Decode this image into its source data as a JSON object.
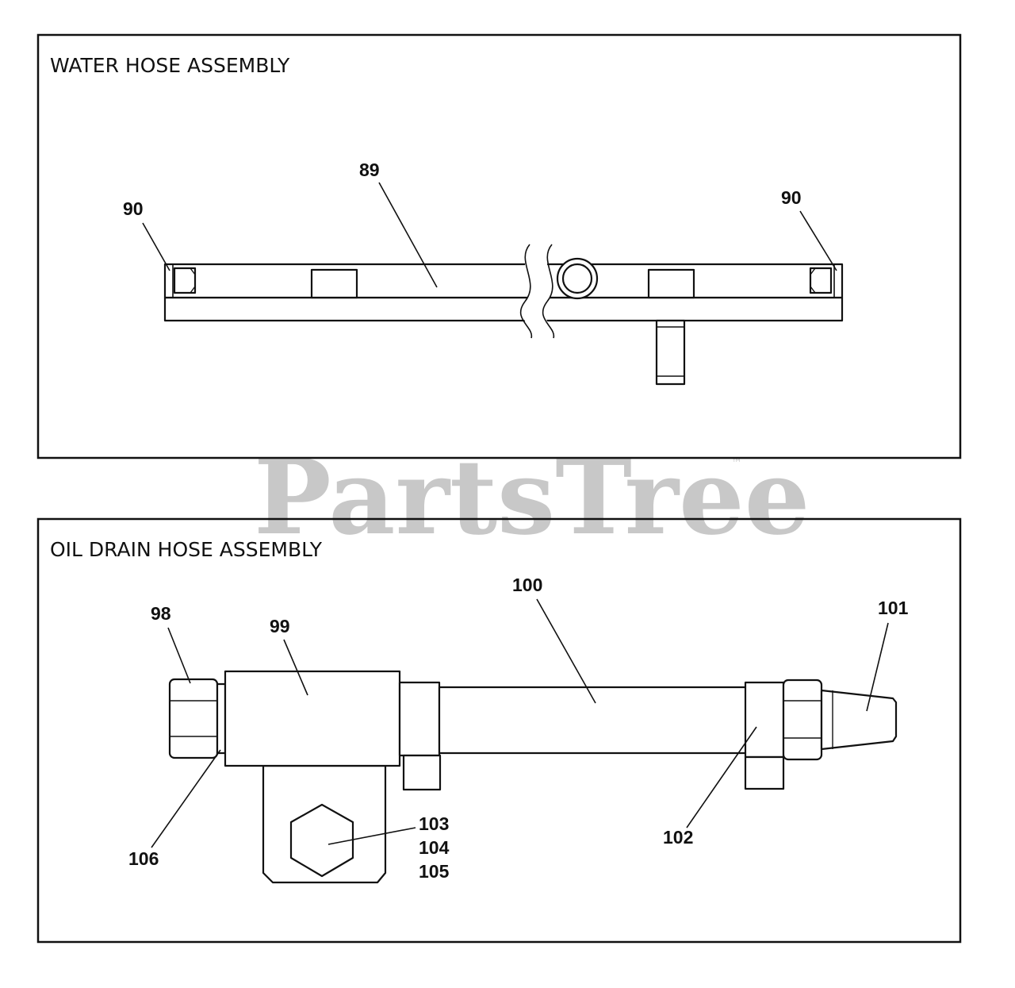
{
  "watermark": {
    "text": "PartsTree",
    "trademark": "™"
  },
  "panels": {
    "water": {
      "title": "WATER HOSE ASSEMBLY",
      "callouts": {
        "c89": "89",
        "c90_left": "90",
        "c90_right": "90"
      }
    },
    "oil": {
      "title": "OIL DRAIN HOSE ASSEMBLY",
      "callouts": {
        "c98": "98",
        "c99": "99",
        "c100": "100",
        "c101": "101",
        "c102": "102",
        "c103": "103",
        "c104": "104",
        "c105": "105",
        "c106": "106"
      }
    }
  }
}
